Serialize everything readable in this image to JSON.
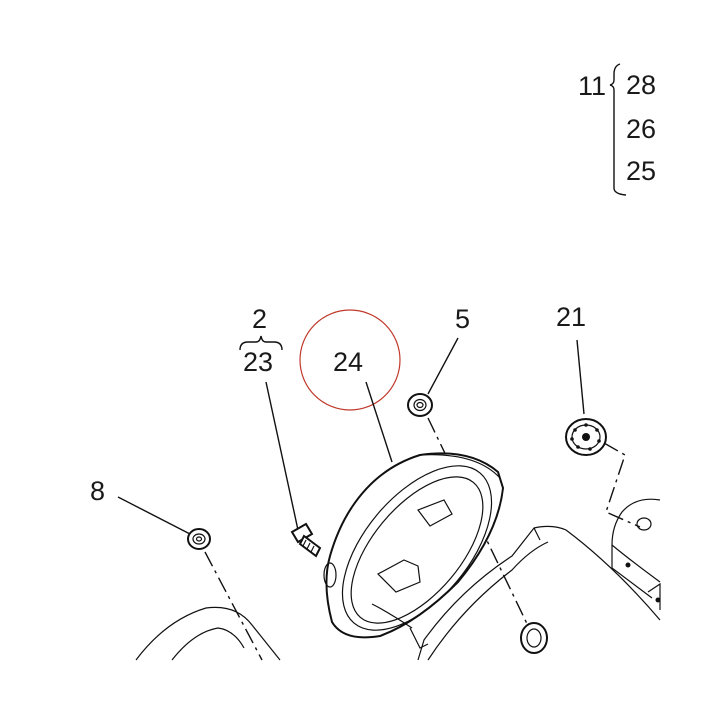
{
  "callouts": {
    "c11": "11",
    "c28": "28",
    "c26": "26",
    "c25": "25",
    "c2": "2",
    "c23": "23",
    "c24": "24",
    "c5": "5",
    "c21": "21",
    "c8": "8"
  },
  "highlight_color": "#c0392b"
}
